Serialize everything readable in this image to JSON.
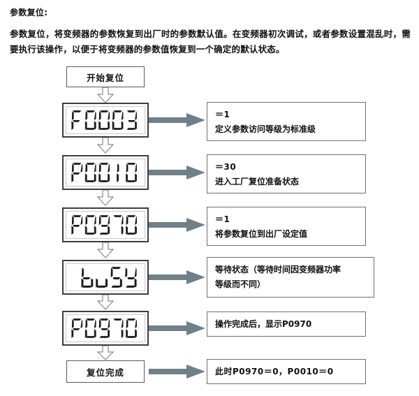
{
  "document": {
    "heading": "参数复位:",
    "paragraph": "参数复位，将变频器的参数恢复到出厂时的参数默认值。在变频器初次调试，或者参数设置混乱时，需要执行该操作，以便于将变频器的参数值恢复到一个确定的默认状态。"
  },
  "colors": {
    "arrow_fill": "#6f8089",
    "box_border": "#5a5a5a",
    "lcd_border": "#3d3d3d",
    "lcd_inner_border": "#c9c9c9",
    "segment": "#1a1a1a",
    "connector_outline": "#8a8a8a",
    "text": "#111111"
  },
  "flow": {
    "start_box": {
      "label": "开始复位"
    },
    "end_box": {
      "label": "复位完成"
    },
    "steps": [
      {
        "display": "F0003",
        "display_align": "left",
        "note": {
          "value_line": "＝1",
          "desc_line": "定义参数访问等级为标准级"
        }
      },
      {
        "display": "P00 10",
        "display_align": "left",
        "note": {
          "value_line": "＝30",
          "desc_line": "进入工厂复位准备状态"
        }
      },
      {
        "display": "P0970",
        "display_align": "left",
        "note": {
          "value_line": "＝1",
          "desc_line": "将参数复位到出厂设定值"
        }
      },
      {
        "display": "buSY",
        "display_align": "right",
        "note": {
          "value_line": "等待状态（等待时间因变频器功率",
          "desc_line": "等级而不同）"
        }
      },
      {
        "display": "P0970",
        "display_align": "left",
        "note": {
          "value_line": "操作完成后，显示P0970",
          "desc_line": ""
        }
      }
    ],
    "end_note": {
      "value_line": "此时P0970＝0，P0010＝0",
      "desc_line": ""
    }
  },
  "icons": {
    "down_block_arrow": "down-block-arrow-icon",
    "right_block_arrow": "right-block-arrow-icon"
  }
}
